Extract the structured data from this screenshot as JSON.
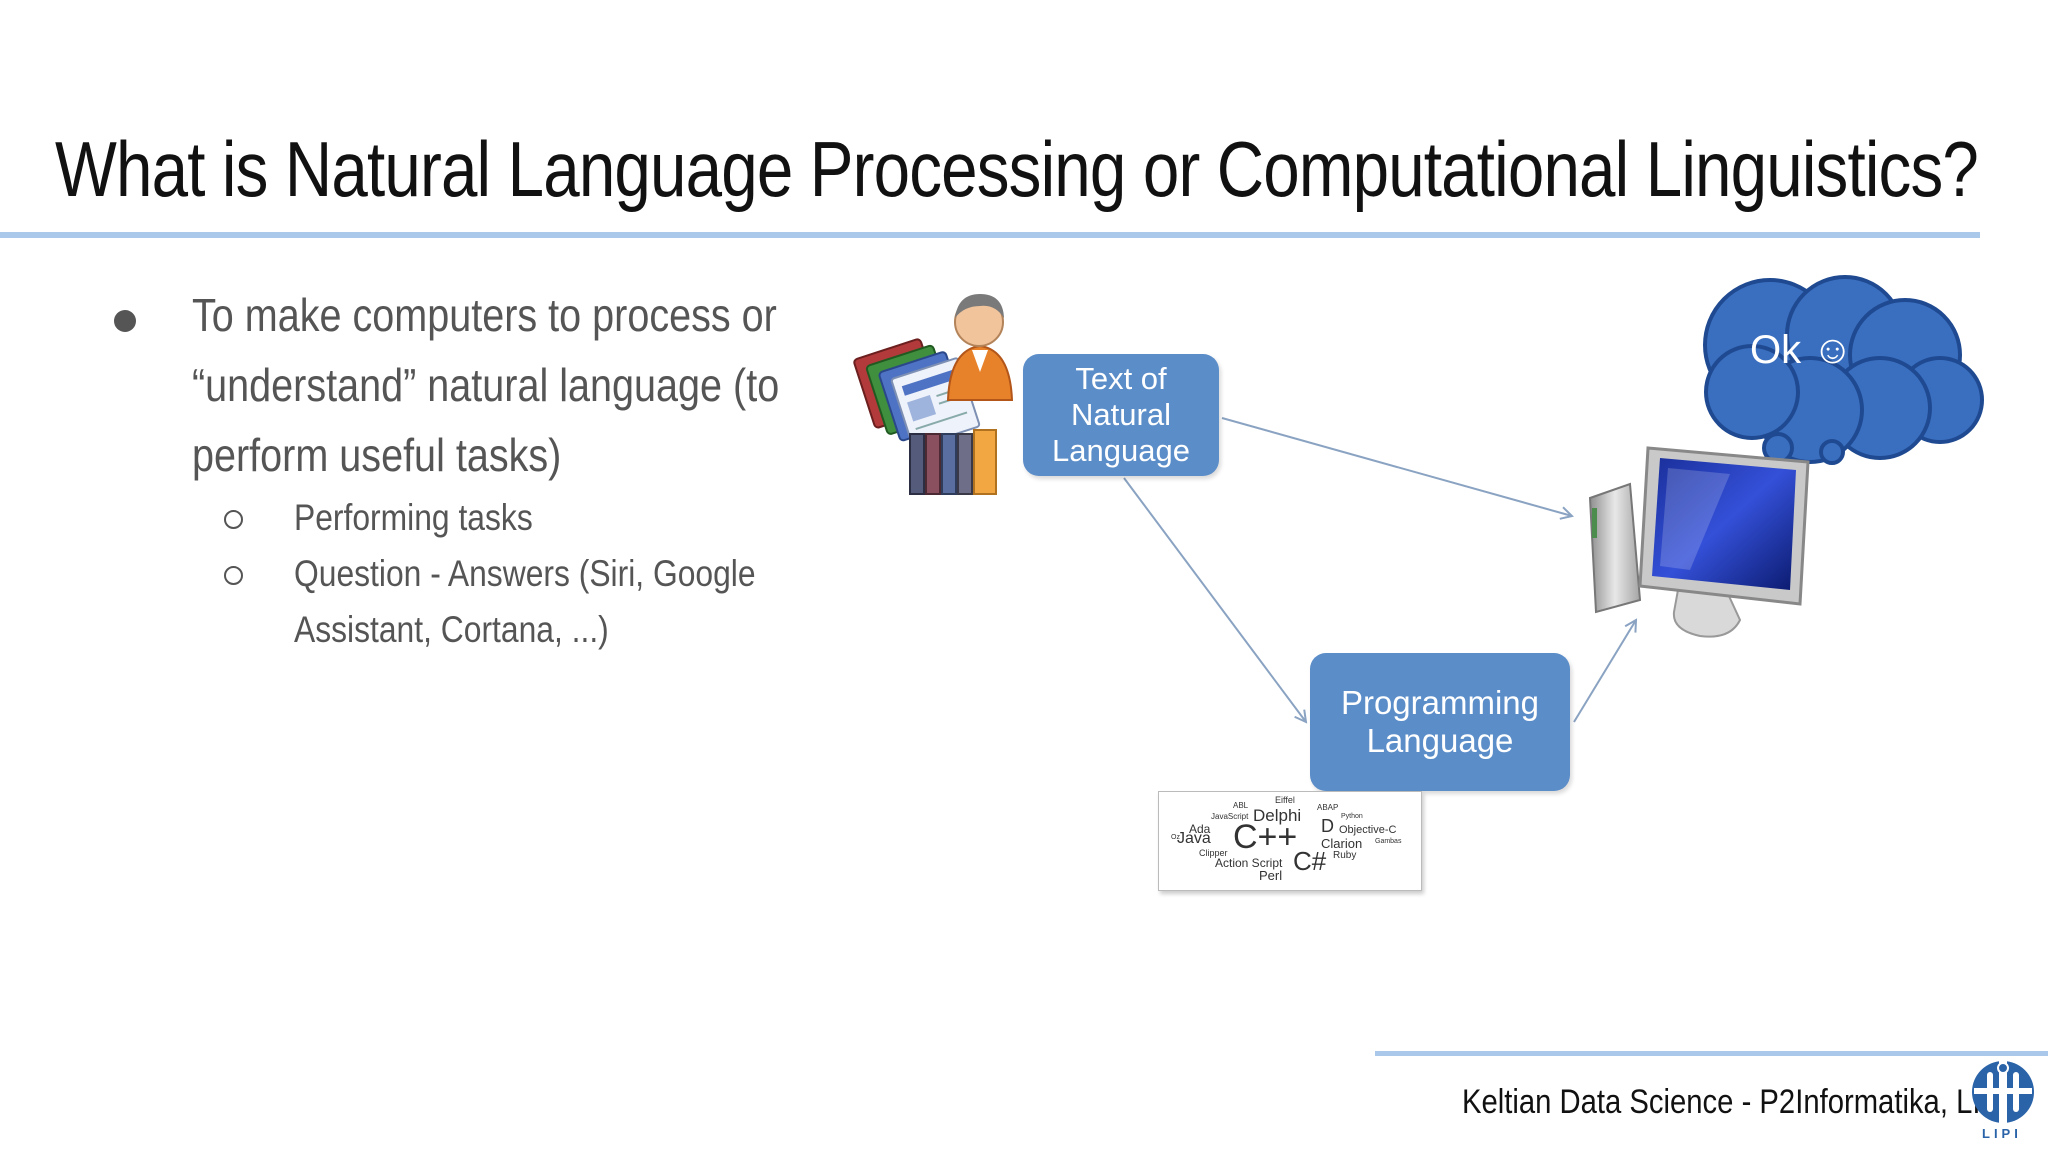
{
  "slide": {
    "title": "What is Natural Language Processing or Computational Linguistics?",
    "bullet_main": "To make computers to process or\n“understand” natural language (to\nperform useful tasks)",
    "sub_bullets": [
      "Performing tasks",
      "Question - Answers (Siri, Google\nAssistant, Cortana, ...)"
    ]
  },
  "diagram": {
    "box_text": "Text of\nNatural\nLanguage",
    "box_programming": "Programming\nLanguage",
    "speech_bubble": "Ok ☺",
    "word_cloud": [
      "Eiffel",
      "ABL",
      "ABAP",
      "JavaScript",
      "Delphi",
      "Python",
      "Ada",
      "D",
      "Objective-C",
      "Java",
      "C++",
      "Clarion",
      "Gambas",
      "Clipper",
      "Ruby",
      "Action Script",
      "C#",
      "Perl",
      "Oz"
    ]
  },
  "footer": {
    "text": "Keltian Data Science - P2Informatika, LIPI",
    "logo_text": "LIPI"
  },
  "colors": {
    "accent_rule": "#a9c8ea",
    "box_blue": "#5b8dc9",
    "cloud_blue": "#3a6fc0",
    "text_gray": "#555555"
  }
}
